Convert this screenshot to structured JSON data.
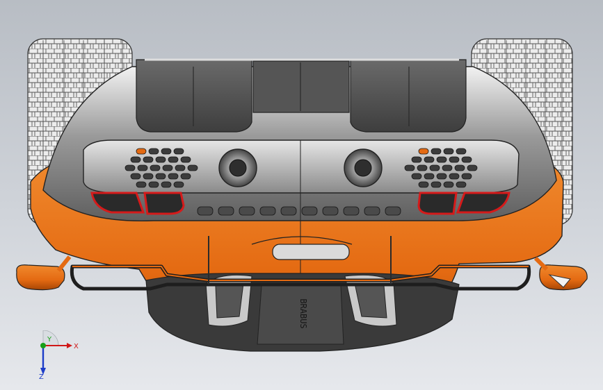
{
  "viewport": {
    "colors": {
      "bg_top": "#b8bdc4",
      "bg_bottom": "#e6e8ec",
      "body_orange": "#e46a12",
      "body_orange_dark": "#b24d05",
      "shell_grey": "#8f8f8f",
      "shell_light": "#d9d9d9",
      "tire": "#e9e9e9",
      "exhaust_red": "#d51a1a"
    }
  },
  "triad": {
    "x_label": "X",
    "y_label": "Y",
    "z_label": "Z",
    "colors": {
      "x": "#d01818",
      "y": "#18a018",
      "z": "#1c3cc8"
    }
  },
  "diffuser": {
    "label": "BRABUS"
  }
}
